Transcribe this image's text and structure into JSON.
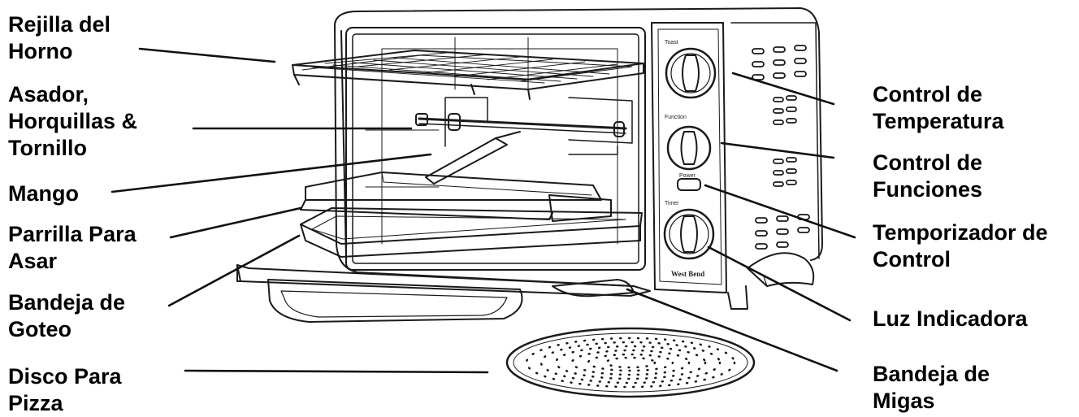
{
  "labels_left": [
    {
      "id": "rejilla",
      "lines": [
        "Rejilla del",
        "Horno"
      ]
    },
    {
      "id": "asador",
      "lines": [
        "Asador,",
        "Horquillas &",
        "Tornillo"
      ]
    },
    {
      "id": "mango",
      "lines": [
        "Mango"
      ]
    },
    {
      "id": "parrilla",
      "lines": [
        "Parrilla Para",
        "Asar"
      ]
    },
    {
      "id": "bandeja-goteo",
      "lines": [
        "Bandeja de",
        "Goteo"
      ]
    },
    {
      "id": "disco",
      "lines": [
        "Disco Para",
        "Pizza"
      ]
    }
  ],
  "labels_right": [
    {
      "id": "control-temp",
      "lines": [
        "Control de",
        "Temperatura"
      ]
    },
    {
      "id": "control-func",
      "lines": [
        "Control de",
        "Funciones"
      ]
    },
    {
      "id": "temporizador",
      "lines": [
        "Temporizador de",
        "Control"
      ]
    },
    {
      "id": "luz",
      "lines": [
        "Luz Indicadora"
      ]
    },
    {
      "id": "bandeja-migas",
      "lines": [
        "Bandeja de",
        "Migas"
      ]
    }
  ],
  "panel_text": {
    "knob1_label": "Toast",
    "knob2_label": "Function",
    "power_label": "Power",
    "knob3_label": "Timer",
    "brand": "West Bend"
  },
  "colors": {
    "ink": "#000000",
    "line": "#1a1a1a",
    "paper": "#ffffff"
  }
}
